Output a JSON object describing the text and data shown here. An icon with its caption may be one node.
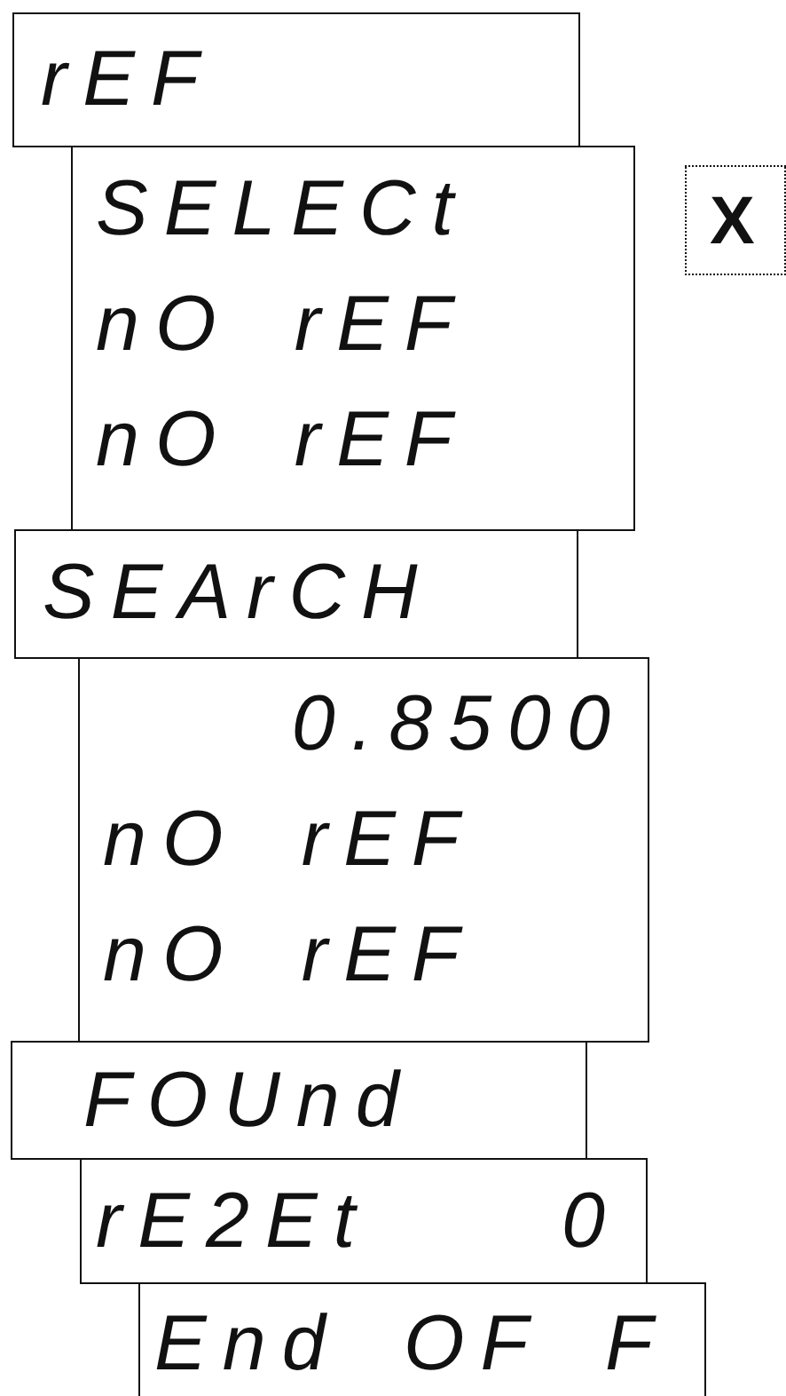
{
  "diagram": {
    "nodes": [
      {
        "text": [
          "rEF"
        ]
      },
      {
        "text": [
          "SELECt",
          "nO rEF",
          "nO rEF"
        ]
      },
      {
        "text": [
          "X"
        ]
      },
      {
        "text": [
          "SEArCH"
        ]
      },
      {
        "text": [
          "0.8500",
          "nO rEF",
          "nO rEF"
        ]
      },
      {
        "text": [
          "FOUnd"
        ]
      },
      {
        "text": [
          "rE2Et",
          "0"
        ]
      },
      {
        "text": [
          "End OF F"
        ]
      }
    ]
  }
}
